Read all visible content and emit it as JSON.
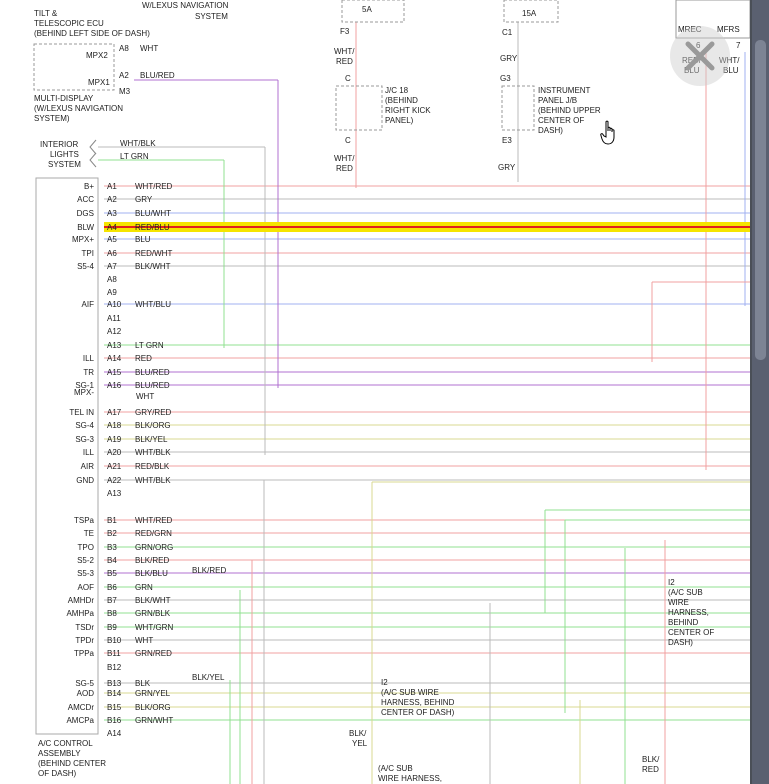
{
  "labels": {
    "tilt_ecu": [
      "TILT &",
      "TELESCOPIC ECU",
      "(BEHIND LEFT SIDE OF DASH)"
    ],
    "nav_top": "W/LEXUS NAVIGATION",
    "nav_top2": "SYSTEM",
    "multi_display": [
      "MULTI-DISPLAY",
      "(W/LEXUS NAVIGATION",
      "SYSTEM)"
    ],
    "interior_lights": [
      "INTERIOR",
      "LIGHTS",
      "SYSTEM"
    ],
    "jc18": [
      "J/C 18",
      "(BEHIND",
      "RIGHT KICK",
      "PANEL)"
    ],
    "instrument_jb": [
      "INSTRUMENT",
      "PANEL J/B",
      "(BEHIND UPPER",
      "CENTER OF",
      "DASH)"
    ],
    "ac_control": [
      "A/C CONTROL",
      "ASSEMBLY",
      "(BEHIND CENTER",
      "OF DASH)"
    ],
    "i2_right": [
      "I2",
      "(A/C SUB",
      "WIRE",
      "HARNESS,",
      "BEHIND",
      "CENTER OF",
      "DASH)"
    ],
    "i2_mid": [
      "I2",
      "(A/C SUB WIRE",
      "HARNESS, BEHIND",
      "CENTER OF DASH)"
    ],
    "i2_bottom": [
      "(A/C SUB",
      "WIRE HARNESS,"
    ],
    "fuse_5a": "5A",
    "fuse_15a": "15A",
    "mrec": "MREC",
    "mfrs": "MFRS",
    "pin6": "6",
    "pin7": "7",
    "red_blu": [
      "RED/",
      "BLU"
    ],
    "wht_blu_top": [
      "WHT/",
      "BLU"
    ],
    "blk_red_bottom": [
      "BLK/",
      "RED"
    ],
    "blk_yel_bottom": [
      "BLK/",
      "YEL"
    ],
    "wht_red_1": [
      "WHT/",
      "RED"
    ],
    "wht_red_2": [
      "WHT/",
      "RED"
    ],
    "f3": "F3",
    "c_top": "C",
    "c_bot": "C",
    "c1": "C1",
    "g3": "G3",
    "e3": "E3",
    "gry_1": "GRY",
    "gry_2": "GRY",
    "gry_3": "GRY",
    "blk_red_b5": "BLK/RED",
    "blk_yel_b13": "BLK/YEL",
    "wht_after_a16": "WHT"
  },
  "top_pins": [
    {
      "name": "MPX2",
      "pin": "A8",
      "wire": "WHT"
    },
    {
      "name": "MPX1",
      "pin": "A2",
      "wire": "BLU/RED"
    },
    {
      "name": "",
      "pin": "M3",
      "wire": ""
    }
  ],
  "interior_wires": [
    "WHT/BLK",
    "LT GRN"
  ],
  "connector_pins": [
    {
      "name": "B+",
      "pin": "A1",
      "wire": "WHT/RED"
    },
    {
      "name": "ACC",
      "pin": "A2",
      "wire": "GRY"
    },
    {
      "name": "DGS",
      "pin": "A3",
      "wire": "BLU/WHT"
    },
    {
      "name": "BLW",
      "pin": "A4",
      "wire": "RED/BLU"
    },
    {
      "name": "MPX+",
      "pin": "A5",
      "wire": "BLU"
    },
    {
      "name": "TPI",
      "pin": "A6",
      "wire": "RED/WHT"
    },
    {
      "name": "S5-4",
      "pin": "A7",
      "wire": "BLK/WHT"
    },
    {
      "name": "",
      "pin": "A8",
      "wire": ""
    },
    {
      "name": "",
      "pin": "A9",
      "wire": ""
    },
    {
      "name": "AIF",
      "pin": "A10",
      "wire": "WHT/BLU"
    },
    {
      "name": "",
      "pin": "A11",
      "wire": ""
    },
    {
      "name": "",
      "pin": "A12",
      "wire": ""
    },
    {
      "name": "",
      "pin": "A13",
      "wire": "LT GRN"
    },
    {
      "name": "ILL",
      "pin": "A14",
      "wire": "RED"
    },
    {
      "name": "TR",
      "pin": "A15",
      "wire": "BLU/RED"
    },
    {
      "name": "SG-1",
      "pin": "A16",
      "wire": "BLU/RED"
    },
    {
      "name": "MPX-",
      "pin": "",
      "wire": ""
    },
    {
      "name": "TEL IN",
      "pin": "A17",
      "wire": "GRY/RED"
    },
    {
      "name": "SG-4",
      "pin": "A18",
      "wire": "BLK/ORG"
    },
    {
      "name": "SG-3",
      "pin": "A19",
      "wire": "BLK/YEL"
    },
    {
      "name": "ILL",
      "pin": "A20",
      "wire": "WHT/BLK"
    },
    {
      "name": "AIR",
      "pin": "A21",
      "wire": "RED/BLK"
    },
    {
      "name": "GND",
      "pin": "A22",
      "wire": "WHT/BLK"
    },
    {
      "name": "",
      "pin": "A13",
      "wire": ""
    },
    {
      "name": "TSPa",
      "pin": "B1",
      "wire": "WHT/RED"
    },
    {
      "name": "TE",
      "pin": "B2",
      "wire": "RED/GRN"
    },
    {
      "name": "TPO",
      "pin": "B3",
      "wire": "GRN/ORG"
    },
    {
      "name": "S5-2",
      "pin": "B4",
      "wire": "BLK/RED"
    },
    {
      "name": "S5-3",
      "pin": "B5",
      "wire": "BLK/BLU"
    },
    {
      "name": "AOF",
      "pin": "B6",
      "wire": "GRN"
    },
    {
      "name": "AMHDr",
      "pin": "B7",
      "wire": "BLK/WHT"
    },
    {
      "name": "AMHPa",
      "pin": "B8",
      "wire": "GRN/BLK"
    },
    {
      "name": "TSDr",
      "pin": "B9",
      "wire": "WHT/GRN"
    },
    {
      "name": "TPDr",
      "pin": "B10",
      "wire": "WHT"
    },
    {
      "name": "TPPa",
      "pin": "B11",
      "wire": "GRN/RED"
    },
    {
      "name": "",
      "pin": "B12",
      "wire": ""
    },
    {
      "name": "SG-5",
      "pin": "B13",
      "wire": "BLK"
    },
    {
      "name": "AOD",
      "pin": "B14",
      "wire": "GRN/YEL"
    },
    {
      "name": "AMCDr",
      "pin": "B15",
      "wire": "BLK/ORG"
    },
    {
      "name": "AMCPa",
      "pin": "B16",
      "wire": "GRN/WHT"
    },
    {
      "name": "",
      "pin": "A14",
      "wire": ""
    }
  ],
  "colors": {
    "highlight_band": "#f5e400",
    "highlight_line": "#e02020",
    "wire_red": "#f0a0a0",
    "wire_purple": "#b070d0",
    "wire_green": "#90e090",
    "wire_gray": "#bbbbbb",
    "wire_blue": "#a0b0f0",
    "wire_yellow": "#d8d890"
  },
  "icons": {
    "close": "close-x-icon",
    "cursor": "hand-pointer-icon"
  }
}
